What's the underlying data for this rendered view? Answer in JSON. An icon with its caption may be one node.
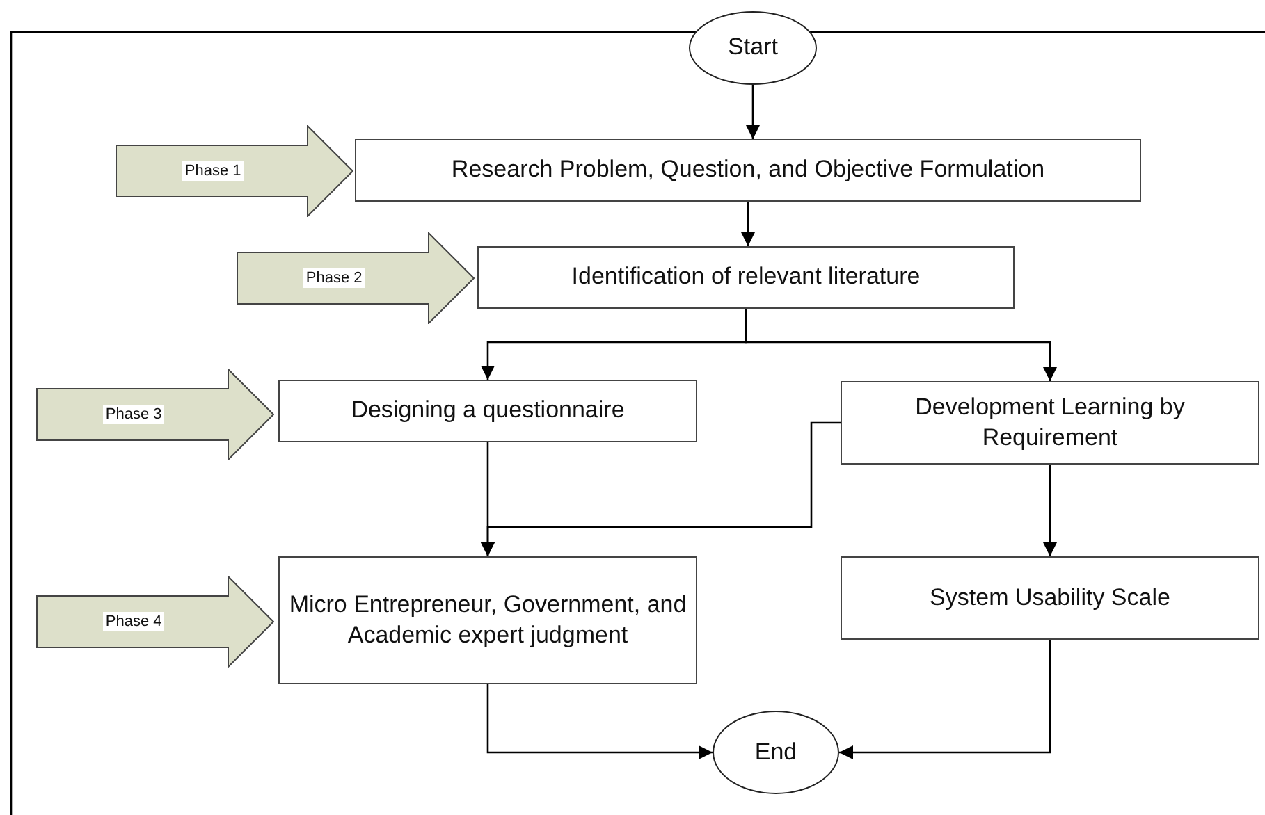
{
  "diagram": {
    "nodes": [
      {
        "text": [
          "Start"
        ]
      },
      {
        "text": [
          "Phase 1"
        ]
      },
      {
        "text": [
          "Research Problem, Question, and Objective Formulation"
        ]
      },
      {
        "text": [
          "Phase 2"
        ]
      },
      {
        "text": [
          "Identification of relevant literature"
        ]
      },
      {
        "text": [
          "Phase 3"
        ]
      },
      {
        "text": [
          "Designing a questionnaire"
        ]
      },
      {
        "text": [
          "Development Learning by Requirement"
        ]
      },
      {
        "text": [
          "Phase 4"
        ]
      },
      {
        "text": [
          "Micro Entrepreneur, Government, and Academic expert judgment"
        ]
      },
      {
        "text": [
          "System Usability Scale"
        ]
      },
      {
        "text": [
          "End"
        ]
      }
    ],
    "edges": [
      {
        "from": 0,
        "to": 2,
        "arrow": "to"
      },
      {
        "from": 2,
        "to": 4,
        "arrow": "to"
      },
      {
        "from": 4,
        "to": 6,
        "arrow": "to"
      },
      {
        "from": 4,
        "to": 7,
        "arrow": "to"
      },
      {
        "from": 6,
        "to": 9,
        "arrow": "to"
      },
      {
        "from": 7,
        "to": 9,
        "arrow": "to"
      },
      {
        "from": 7,
        "to": 10,
        "arrow": "to"
      },
      {
        "from": 9,
        "to": 11,
        "arrow": "to"
      },
      {
        "from": 10,
        "to": 11,
        "arrow": "to"
      }
    ]
  }
}
